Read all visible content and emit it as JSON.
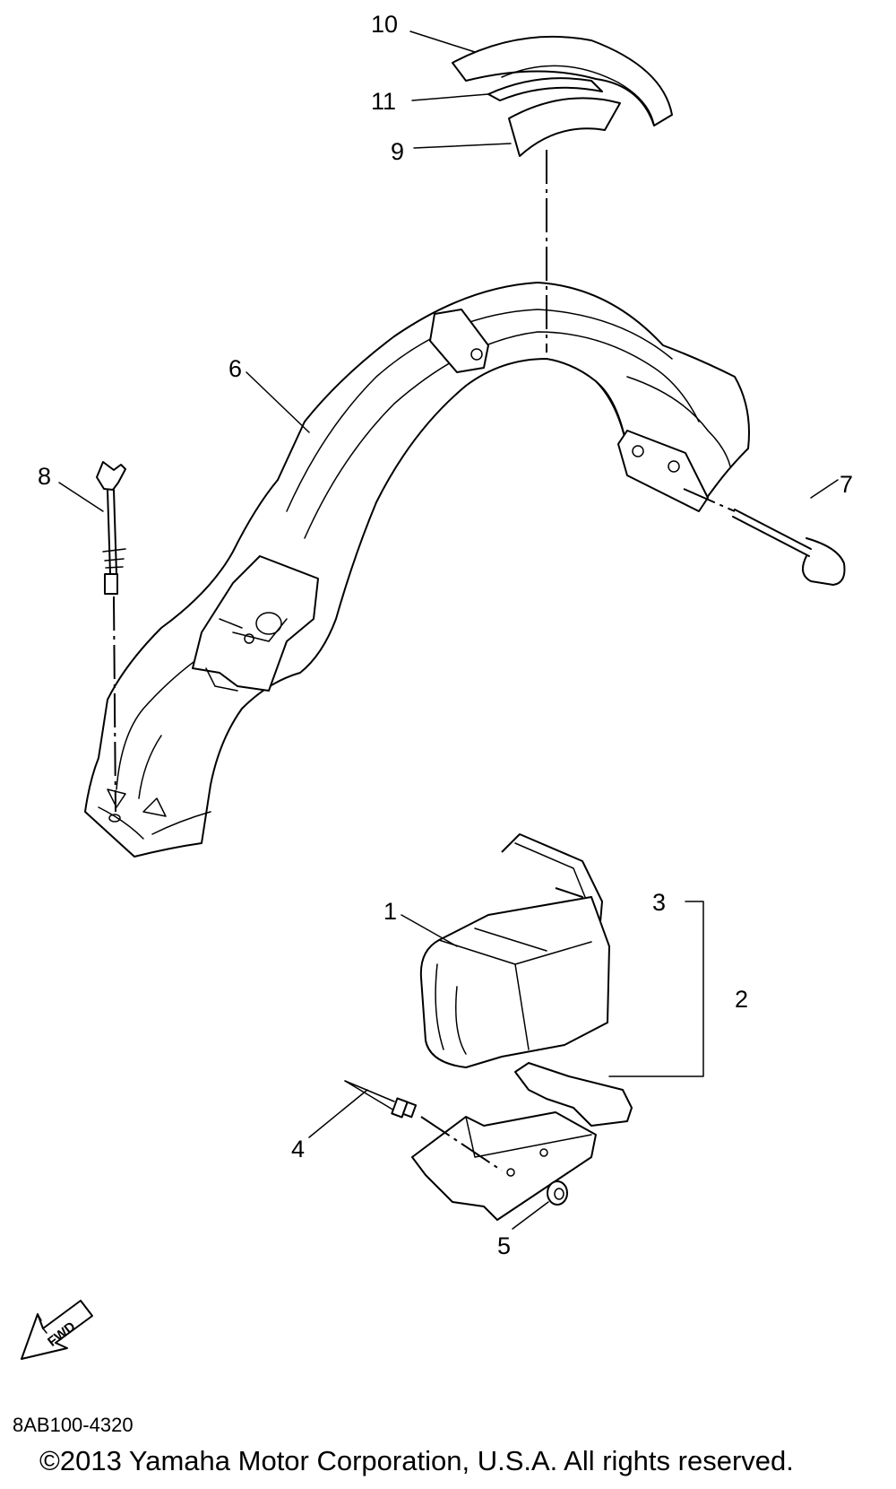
{
  "diagram": {
    "parts": [
      {
        "number": "1"
      },
      {
        "number": "2"
      },
      {
        "number": "3"
      },
      {
        "number": "4"
      },
      {
        "number": "5"
      },
      {
        "number": "6"
      },
      {
        "number": "7"
      },
      {
        "number": "8"
      },
      {
        "number": "9"
      },
      {
        "number": "10"
      },
      {
        "number": "11"
      }
    ],
    "fwd_arrow_text": "FWD",
    "diagram_code": "8AB100-4320",
    "copyright": "©2013 Yamaha Motor Corporation, U.S.A. All rights reserved."
  }
}
